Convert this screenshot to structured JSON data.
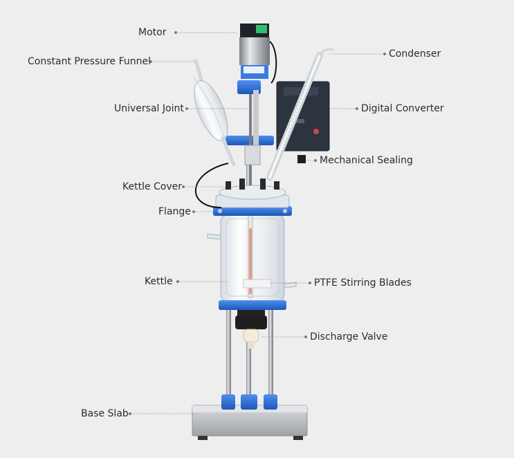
{
  "labels": {
    "motor": "Motor",
    "constant_pressure_funnel": "Constant Pressure Funnel",
    "universal_joint": "Universal Joint",
    "kettle_cover": "Kettle Cover",
    "flange": "Flange",
    "kettle": "Kettle",
    "base_slab": "Base Slab",
    "condenser": "Condenser",
    "digital_converter": "Digital Converter",
    "mechanical_sealing": "Mechanical Sealing",
    "ptfe_stirring_blades": "PTFE Stirring Blades",
    "discharge_valve": "Discharge Valve"
  },
  "colors": {
    "background": "#eeeeee",
    "accent_blue": "#2b6fd6",
    "steel": "#9aa0a6",
    "panel_dark": "#2c3440",
    "glass": "#dfe7ee",
    "leader_line": "#8a8a8a",
    "text": "#2b2b2b"
  }
}
